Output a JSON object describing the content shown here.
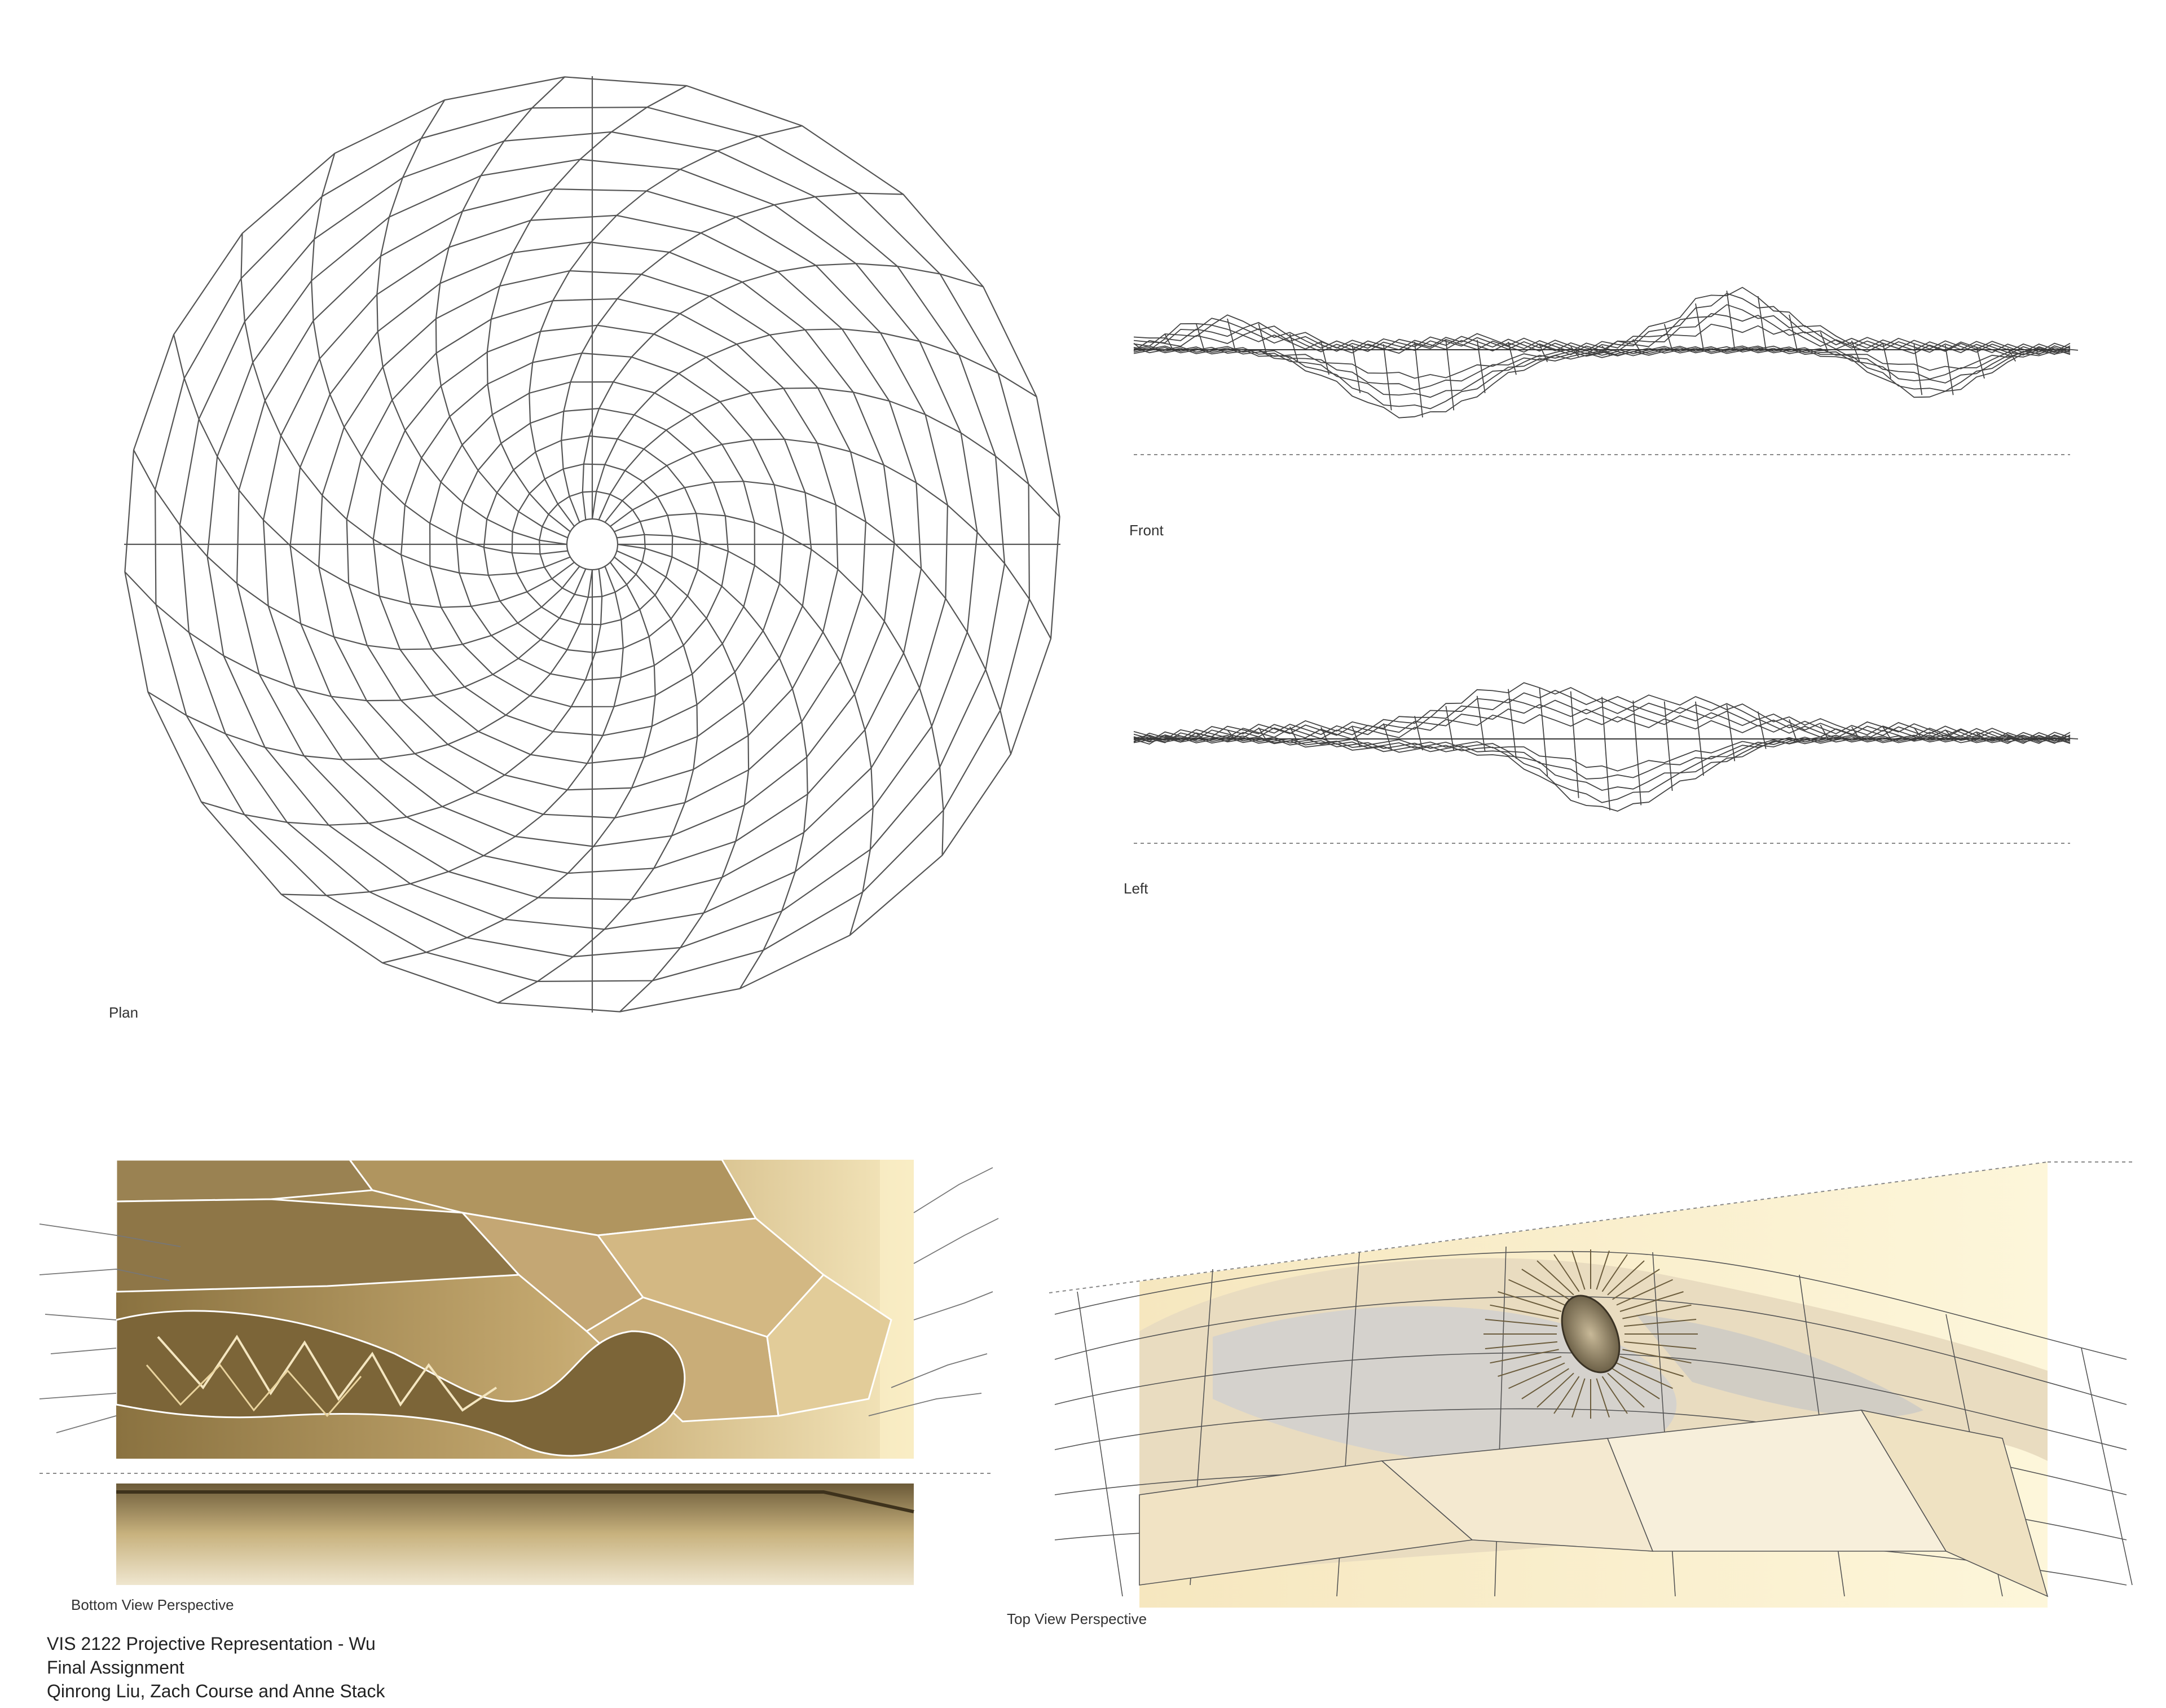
{
  "views": {
    "plan_label": "Plan",
    "front_label": "Front",
    "left_label": "Left",
    "bottom_label": "Bottom View Perspective",
    "top_label": "Top View Perspective"
  },
  "footer": {
    "course": "VIS 2122 Projective Representation - Wu",
    "assignment": "Final Assignment",
    "authors": "Qinrong Liu, Zach Course and Anne Stack"
  },
  "colors": {
    "line": "#555555",
    "gold_dark": "#6e5a36",
    "gold_mid": "#b89a63",
    "gold_light": "#e8d6a6",
    "cream": "#fbf3d2",
    "shadow": "#bdbdbd"
  }
}
